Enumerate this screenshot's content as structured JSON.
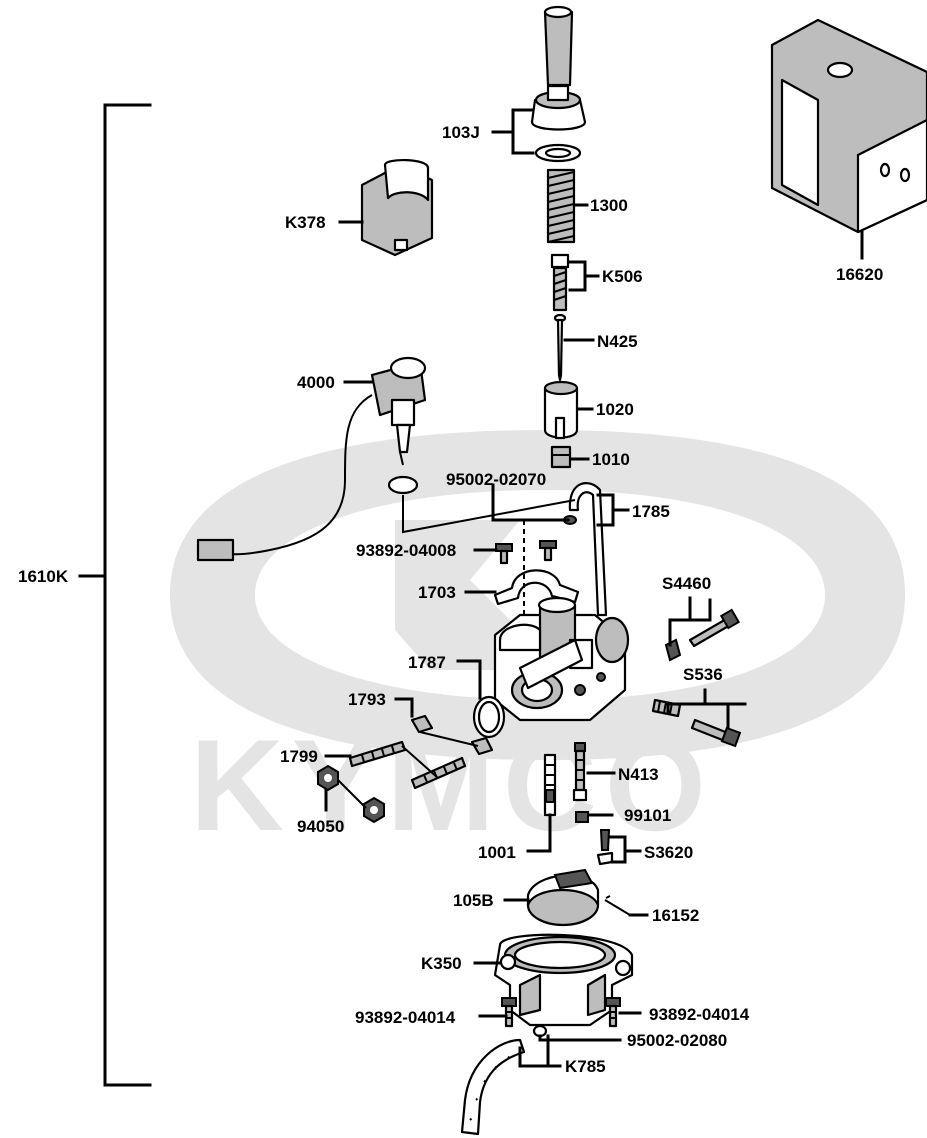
{
  "watermark": {
    "text": "KYMCO",
    "color": "#e4e4e4"
  },
  "labels": {
    "assembly": "1610K",
    "cap": "103J",
    "spring": "1300",
    "cover": "K378",
    "clip": "K506",
    "needle": "N425",
    "choke": "4000",
    "slide": "1020",
    "jet_holder": "1010",
    "clip_upper": "95002-02070",
    "hose_upper": "1785",
    "screw_top": "93892-04008",
    "bracket": "1703",
    "gasket": "1787",
    "plate": "1793",
    "stud": "1799",
    "nut": "94050",
    "screw_set_a": "S4460",
    "screw_set_b": "S536",
    "needle_jet": "N413",
    "main_jet": "99101",
    "jet_set": "S3620",
    "emulsion": "1001",
    "float": "105B",
    "pin": "16152",
    "float_chamber": "K350",
    "screw_left": "93892-04014",
    "screw_right": "93892-04014",
    "clip_lower": "95002-02080",
    "drain_hose": "K785",
    "bracket_plate": "16620"
  }
}
